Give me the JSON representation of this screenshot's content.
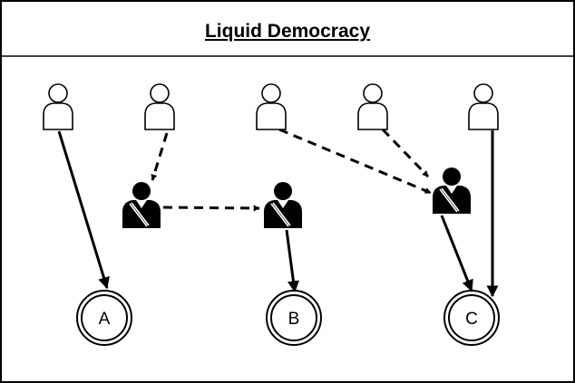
{
  "title": "Liquid Democracy",
  "colors": {
    "line": "#000000",
    "fill": "#ffffff"
  },
  "nodes": {
    "voters": [
      {
        "id": "voter-1",
        "icon": "user-outline-icon"
      },
      {
        "id": "voter-2",
        "icon": "user-outline-icon"
      },
      {
        "id": "voter-3",
        "icon": "user-outline-icon"
      },
      {
        "id": "voter-4",
        "icon": "user-outline-icon"
      },
      {
        "id": "voter-5",
        "icon": "user-outline-icon"
      }
    ],
    "delegates": [
      {
        "id": "delegate-1",
        "icon": "delegate-icon"
      },
      {
        "id": "delegate-2",
        "icon": "delegate-icon"
      },
      {
        "id": "delegate-3",
        "icon": "delegate-icon"
      }
    ],
    "options": [
      {
        "id": "option-a",
        "label": "A"
      },
      {
        "id": "option-b",
        "label": "B"
      },
      {
        "id": "option-c",
        "label": "C"
      }
    ]
  },
  "edges": [
    {
      "from": "voter-1",
      "to": "option-a",
      "style": "solid"
    },
    {
      "from": "voter-2",
      "to": "delegate-1",
      "style": "dashed"
    },
    {
      "from": "delegate-1",
      "to": "delegate-2",
      "style": "dashed"
    },
    {
      "from": "delegate-2",
      "to": "option-b",
      "style": "solid"
    },
    {
      "from": "voter-3",
      "to": "delegate-3",
      "style": "dashed"
    },
    {
      "from": "voter-4",
      "to": "delegate-3",
      "style": "dashed"
    },
    {
      "from": "delegate-3",
      "to": "option-c",
      "style": "solid"
    },
    {
      "from": "voter-5",
      "to": "option-c",
      "style": "solid"
    }
  ]
}
